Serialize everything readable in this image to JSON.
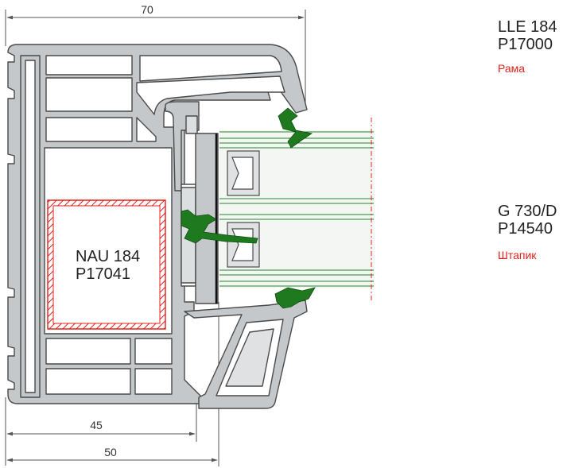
{
  "dimensions": {
    "top": "70",
    "middle": "45",
    "bottom": "50"
  },
  "insert_label": {
    "line1": "NAU 184",
    "line2": "P17041"
  },
  "frame_label": {
    "line1": "LLE 184",
    "line2": "P17000",
    "caption": "Рама"
  },
  "bead_label": {
    "line1": "G 730/D",
    "line2": "P14540",
    "caption": "Штапик"
  },
  "colors": {
    "profile_fill": "#c5c8ca",
    "profile_stroke": "#4a4a4a",
    "gasket": "#1f7a1f",
    "steel_hatch": "#e3201b",
    "glass_line": "#1f8a2a",
    "dimension_line": "#555555"
  }
}
